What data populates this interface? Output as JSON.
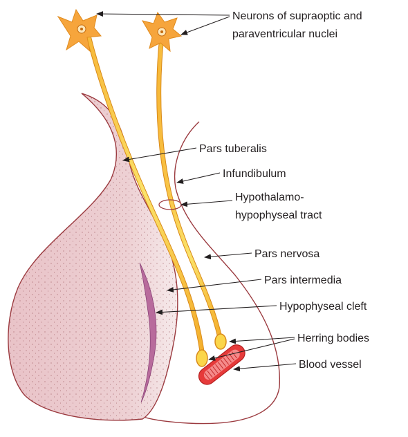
{
  "labels": {
    "neurons_line1": "Neurons of supraoptic and",
    "neurons_line2": "paraventricular nuclei",
    "pars_tuberalis": "Pars tuberalis",
    "infundibulum": "Infundibulum",
    "tract_line1": "Hypothalamo-",
    "tract_line2": "hypophyseal tract",
    "pars_nervosa": "Pars nervosa",
    "pars_intermedia": "Pars intermedia",
    "hypophyseal_cleft": "Hypophyseal cleft",
    "herring_bodies": "Herring bodies",
    "blood_vessel": "Blood vessel"
  },
  "colors": {
    "anterior_lobe": "#eac9cd",
    "posterior_lobe": "#ffffff",
    "outline": "#9b3a3f",
    "cleft": "#b86b9c",
    "neuron_body": "#f6a53c",
    "axon": "#f9d44a",
    "vessel": "#e63a3a",
    "text": "#231f20"
  }
}
